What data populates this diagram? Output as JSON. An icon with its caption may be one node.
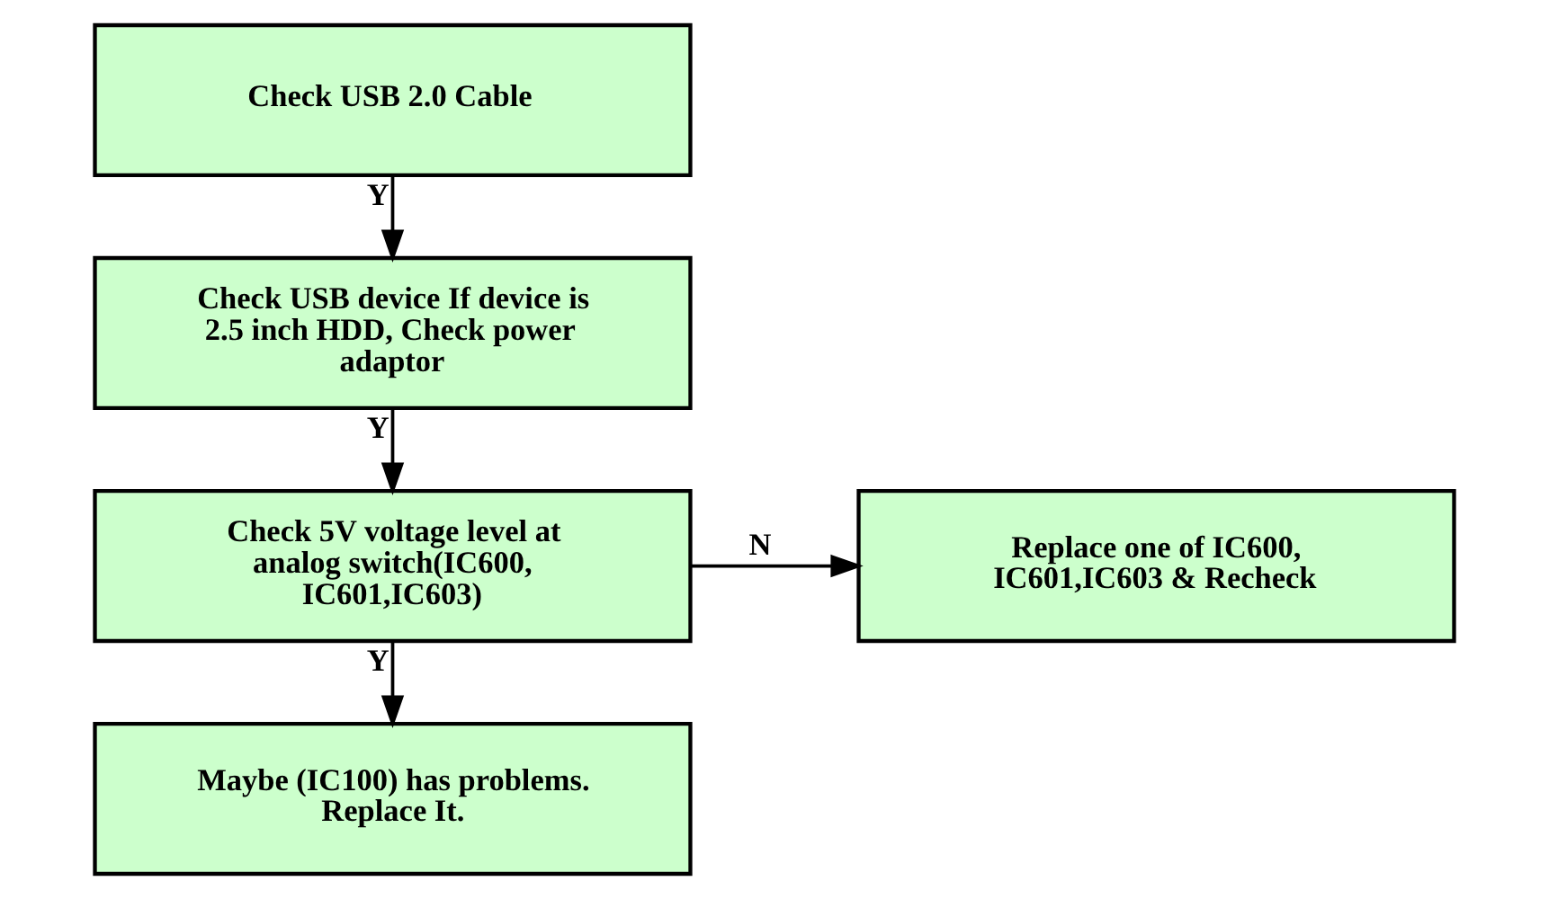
{
  "diagram": {
    "nodes": [
      {
        "text": [
          "Check USB 2.0 Cable"
        ]
      },
      {
        "text": [
          "Check USB device If device is 2.5 inch HDD, Check power adaptor"
        ]
      },
      {
        "text": [
          "Check 5V voltage level at analog switch(IC600, IC601,IC603)"
        ]
      },
      {
        "text": [
          "Replace one of IC600, IC601,IC603 & Recheck"
        ]
      },
      {
        "text": [
          "Maybe (IC100) has problems. Replace It."
        ]
      }
    ],
    "edges": [
      {
        "from": 0,
        "to": 1,
        "arrow": "to",
        "label": "Y"
      },
      {
        "from": 1,
        "to": 2,
        "arrow": "to",
        "label": "Y"
      },
      {
        "from": 2,
        "to": 3,
        "arrow": "to",
        "label": "N"
      },
      {
        "from": 2,
        "to": 4,
        "arrow": "to",
        "label": "Y"
      }
    ]
  }
}
